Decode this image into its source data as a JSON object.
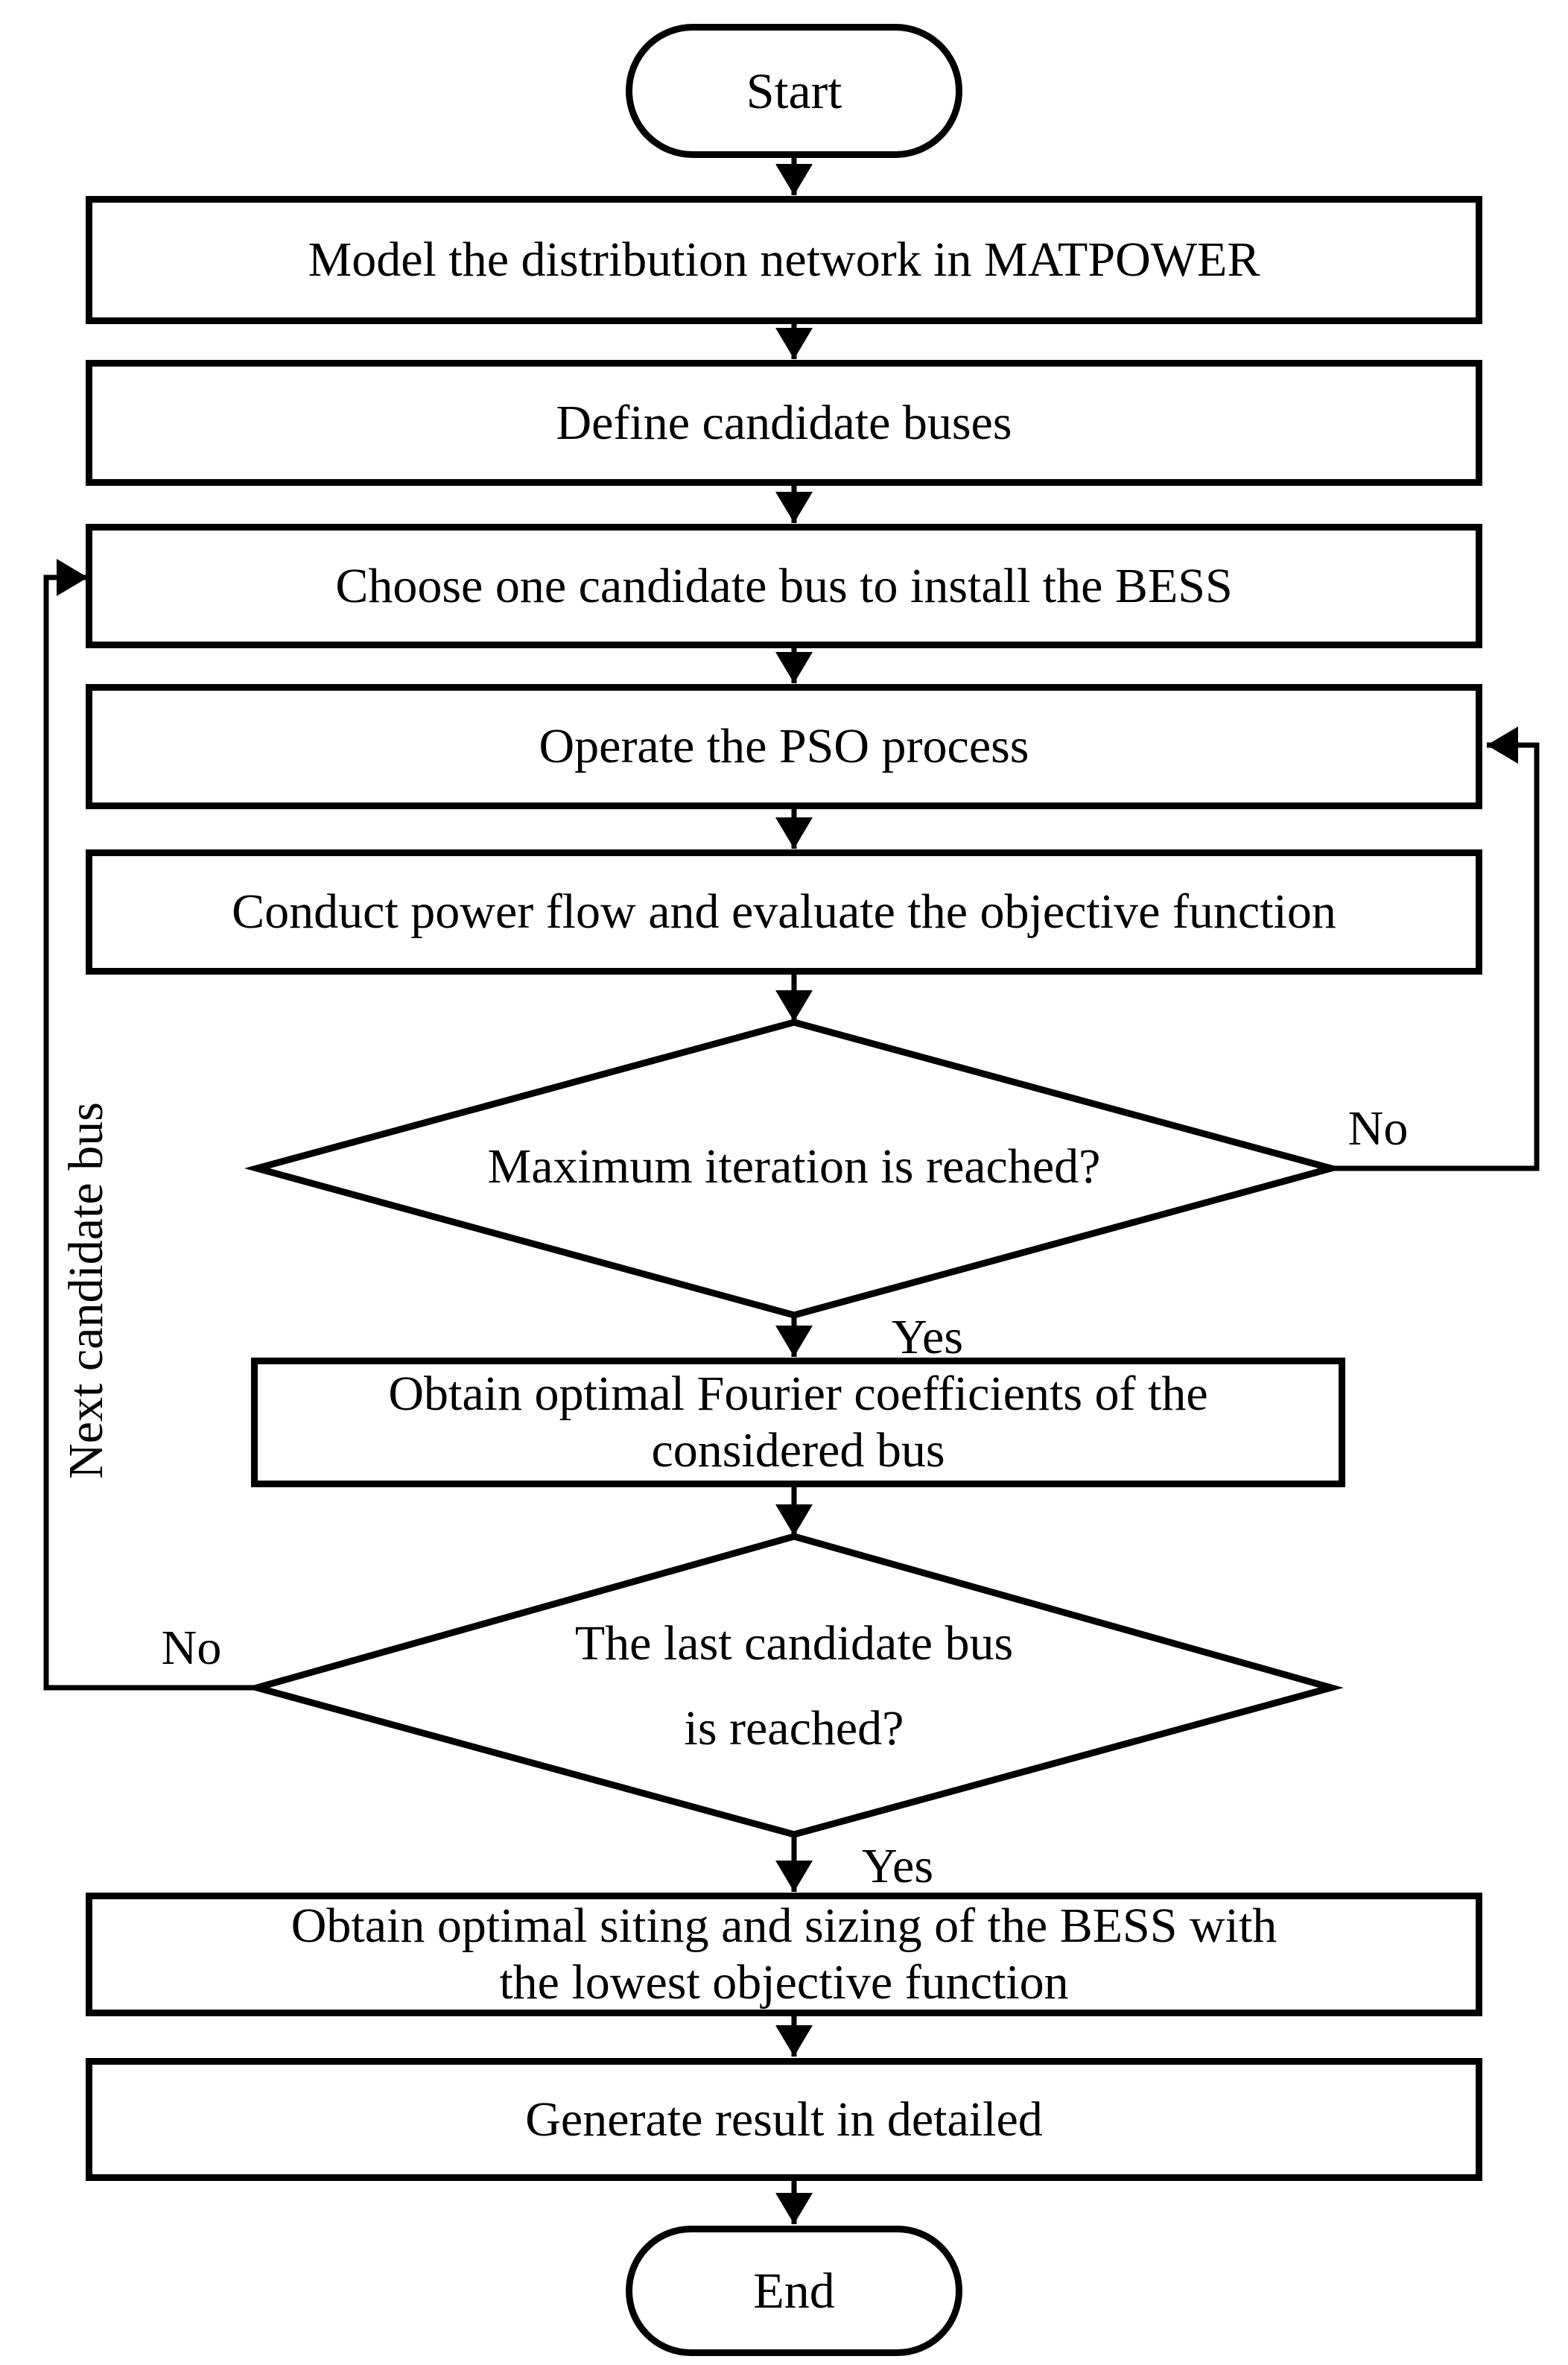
{
  "nodes": {
    "start": "Start",
    "model": "Model the distribution network in MATPOWER",
    "define": "Define candidate buses",
    "choose": "Choose one candidate bus to install the BESS",
    "operate": "Operate the PSO process",
    "conduct": "Conduct power flow and evaluate the objective function",
    "max_iteration_question": "Maximum iteration is reached?",
    "fourier_line1": "Obtain optimal Fourier coefficients of the",
    "fourier_line2": "considered bus",
    "last_bus_line1": "The last candidate bus",
    "last_bus_line2": "is reached?",
    "siting_line1": "Obtain optimal siting and sizing of the BESS with",
    "siting_line2": "the lowest objective function",
    "generate": "Generate result in detailed",
    "end": "End"
  },
  "labels": {
    "max_iteration_yes": "Yes",
    "max_iteration_no": "No",
    "last_bus_yes": "Yes",
    "last_bus_no": "No",
    "next_candidate_bus": "Next candidate bus"
  },
  "colors": {
    "stroke": "#000000",
    "background": "#ffffff"
  }
}
